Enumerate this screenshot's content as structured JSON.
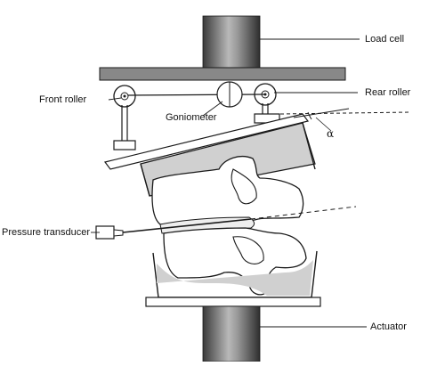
{
  "labels": {
    "load_cell": "Load cell",
    "front_roller": "Front roller",
    "rear_roller": "Rear roller",
    "goniometer": "Goniometer",
    "alpha": "α",
    "pressure_transducer": "Pressure transducer",
    "actuator": "Actuator"
  },
  "colors": {
    "ink": "#1a1a1a",
    "cup_fill": "#d0d0d0",
    "bone_fill": "#ffffff",
    "cell_dark": "#3a3a3a",
    "cell_light": "#b8b8b8",
    "plate_fill": "#888888"
  }
}
